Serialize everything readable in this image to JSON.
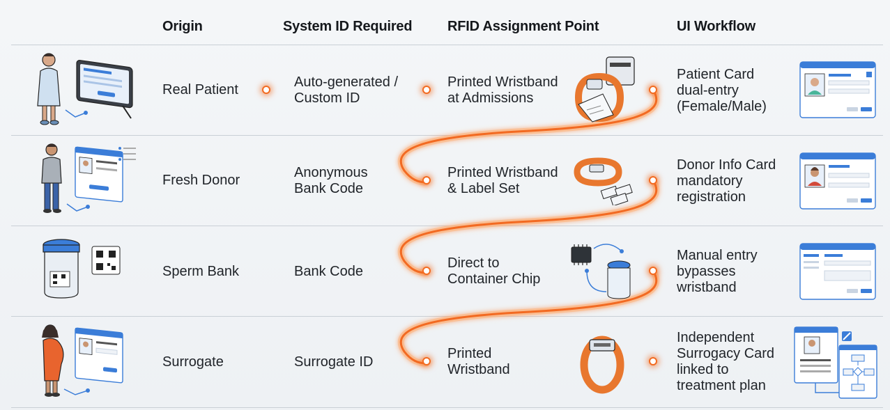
{
  "headers": {
    "origin": "Origin",
    "system_id": "System ID Required",
    "rfid": "RFID Assignment Point",
    "ui": "UI Workflow"
  },
  "rows": [
    {
      "origin": "Real Patient",
      "system_id": [
        "Auto-generated /",
        "Custom ID"
      ],
      "rfid": [
        "Printed Wristband",
        "at Admissions"
      ],
      "ui": [
        "Patient Card",
        "dual-entry",
        "(Female/Male)"
      ]
    },
    {
      "origin": "Fresh Donor",
      "system_id": [
        "Anonymous",
        "Bank Code"
      ],
      "rfid": [
        "Printed Wristband",
        "& Label Set"
      ],
      "ui": [
        "Donor Info Card",
        "mandatory",
        "registration"
      ]
    },
    {
      "origin": "Sperm Bank",
      "system_id": [
        "Bank Code"
      ],
      "rfid": [
        "Direct to",
        "Container Chip"
      ],
      "ui": [
        "Manual entry",
        "bypasses",
        "wristband"
      ]
    },
    {
      "origin": "Surrogate",
      "system_id": [
        "Surrogate ID"
      ],
      "rfid": [
        "Printed",
        "Wristband"
      ],
      "ui": [
        "Independent",
        "Surrogacy Card",
        "linked to",
        "treatment plan"
      ]
    }
  ],
  "colors": {
    "accent": "#f26b21",
    "ui_blue": "#3b7dd8",
    "line": "#c9cfd6"
  }
}
